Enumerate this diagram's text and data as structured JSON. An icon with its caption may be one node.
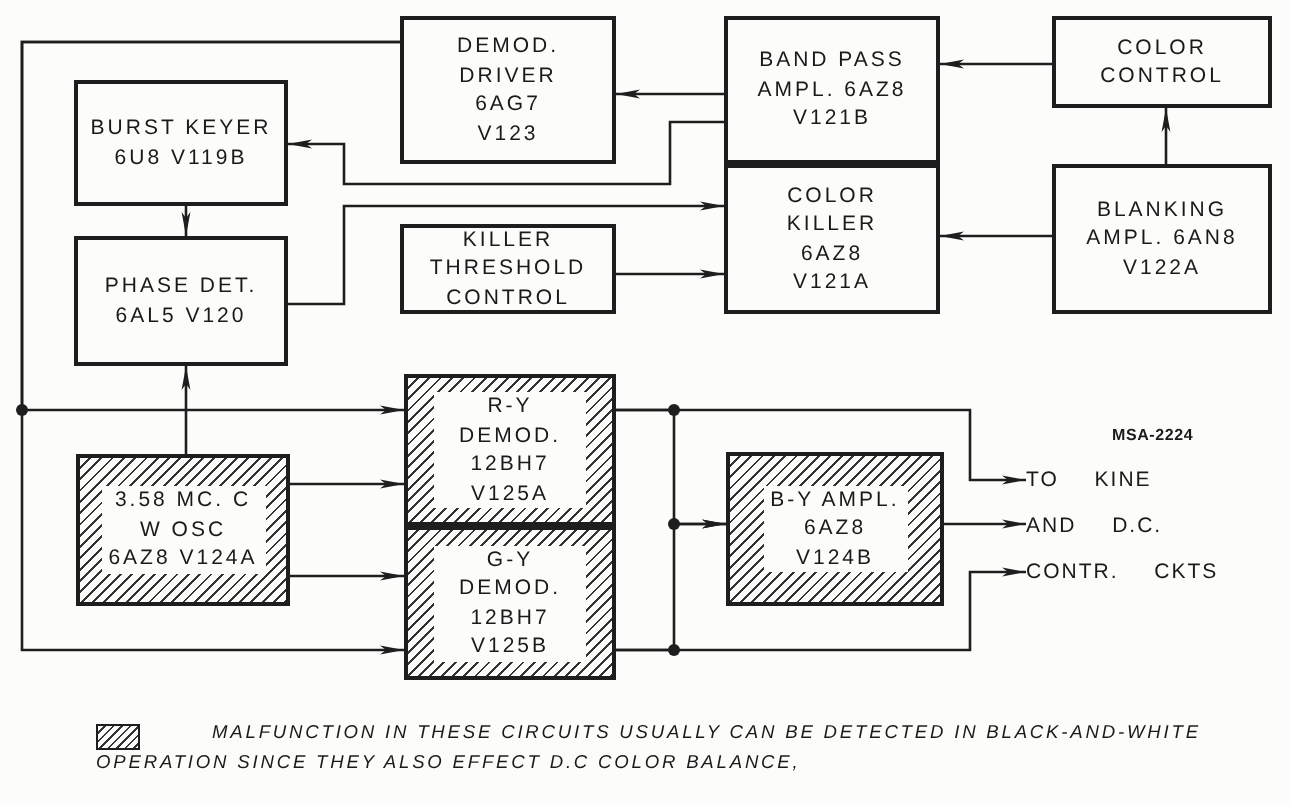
{
  "diagram": {
    "nodes": [
      {
        "text": [
          "DEMOD. DRIVER 6AG7 V123"
        ]
      },
      {
        "text": [
          "BAND PASS AMPL. 6AZ8 V121B"
        ]
      },
      {
        "text": [
          "COLOR CONTROL"
        ]
      },
      {
        "text": [
          "BURST KEYER 6U8 V119B"
        ]
      },
      {
        "text": [
          "COLOR KILLER 6AZ8 V121A"
        ]
      },
      {
        "text": [
          "BLANKING AMPL. 6AN8 V122A"
        ]
      },
      {
        "text": [
          "PHASE DET. 6AL5 V120"
        ]
      },
      {
        "text": [
          "KILLER THRESHOLD CONTROL"
        ]
      },
      {
        "text": [
          "3.58 MC. C W OSC 6AZ8 V124A"
        ]
      },
      {
        "text": [
          "R-Y DEMOD. 12BH7 V125A"
        ]
      },
      {
        "text": [
          "G-Y DEMOD. 12BH7 V125B"
        ]
      },
      {
        "text": [
          "B-Y AMPL. 6AZ8 V124B"
        ]
      },
      {
        "text": [
          "TO KINE AND D.C. CONTR. CKTS"
        ]
      }
    ],
    "edges": [
      {
        "from": 1,
        "to": 0,
        "arrow": "to"
      },
      {
        "from": 2,
        "to": 1,
        "arrow": "to"
      },
      {
        "from": 5,
        "to": 2,
        "arrow": "to"
      },
      {
        "from": 5,
        "to": 4,
        "arrow": "to"
      },
      {
        "from": 1,
        "to": 3,
        "arrow": "to"
      },
      {
        "from": 6,
        "to": 4,
        "arrow": "to"
      },
      {
        "from": 7,
        "to": 4,
        "arrow": "to"
      },
      {
        "from": 3,
        "to": 6,
        "arrow": "to"
      },
      {
        "from": 8,
        "to": 6,
        "arrow": "to"
      },
      {
        "from": 0,
        "to": 9,
        "arrow": "to"
      },
      {
        "from": 0,
        "to": 10,
        "arrow": "to"
      },
      {
        "from": 8,
        "to": 9,
        "arrow": "to"
      },
      {
        "from": 8,
        "to": 10,
        "arrow": "to"
      },
      {
        "from": 9,
        "to": 12,
        "arrow": "to"
      },
      {
        "from": 10,
        "to": 12,
        "arrow": "to"
      },
      {
        "from": 9,
        "to": 11,
        "arrow": "to"
      },
      {
        "from": 10,
        "to": 11,
        "arrow": "to"
      },
      {
        "from": 11,
        "to": 12,
        "arrow": "to"
      }
    ],
    "labels": [
      "MSA-2224"
    ],
    "legend": [
      {
        "text": "MALFUNCTION IN THESE CIRCUITS USUALLY CAN BE DETECTED IN BLACK-AND-WHITE OPERATION SINCE THEY ALSO EFFECT D.C COLOR BALANCE,"
      }
    ]
  }
}
